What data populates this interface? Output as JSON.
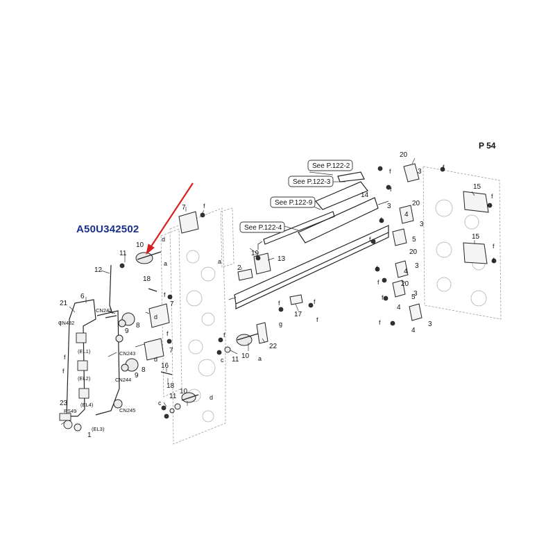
{
  "page_label": "P 54",
  "part_code": "A50U342502",
  "colors": {
    "part_code": "#1a2f8c",
    "arrow": "#d42020",
    "line": "#222222",
    "ghost": "#9a9a9a",
    "background": "#ffffff"
  },
  "see_refs": [
    "See P.122-2",
    "See P.122-3",
    "See P.122-9",
    "See P.122-4"
  ],
  "callouts": [
    "1",
    "2",
    "3",
    "4",
    "5",
    "6",
    "7",
    "8",
    "9",
    "10",
    "11",
    "12",
    "13",
    "14",
    "15",
    "16",
    "17",
    "18",
    "19",
    "20",
    "21",
    "22",
    "23"
  ],
  "letters": [
    "a",
    "c",
    "d",
    "f",
    "g"
  ],
  "connectors": [
    "CN242",
    "CN482",
    "CN243",
    "CN244",
    "CN245",
    "PS49"
  ],
  "electrodes": [
    "(EL1)",
    "(EL2)",
    "(EL4)",
    "(EL3)"
  ]
}
